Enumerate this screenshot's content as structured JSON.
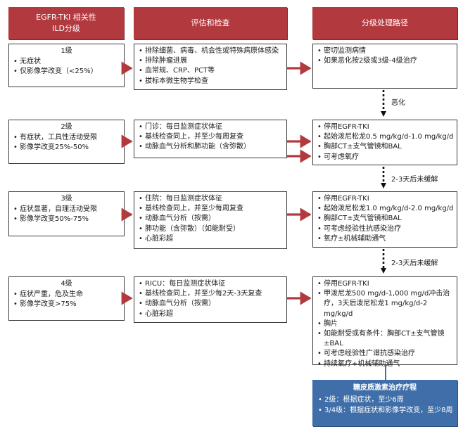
{
  "headers": {
    "grade": [
      "EGFR-TKI 相关性",
      "ILD分级"
    ],
    "eval": "评估和检查",
    "path": "分级处理路径"
  },
  "grades": [
    {
      "title": "1级",
      "items": [
        "无症状",
        "仅影像学改变（<25%）"
      ]
    },
    {
      "title": "2级",
      "items": [
        "有症状，工具性活动受限",
        "影像学改变25%-50%"
      ]
    },
    {
      "title": "3级",
      "items": [
        "症状显著，自理活动受限",
        "影像学改变50%-75%"
      ]
    },
    {
      "title": "4级",
      "items": [
        "症状严重，危及生命",
        "影像学改变>75%"
      ]
    }
  ],
  "evals": [
    [
      "排除细菌、病毒、机会性或特殊病原体感染",
      "排除肿瘤进展",
      "血常规、CRP、PCT等",
      "拔标本微生物学检查"
    ],
    [
      "门诊：每日监测症状体征",
      "基线检查同上，并至少每周复查",
      "动脉血气分析和肺功能（含弥散）"
    ],
    [
      "住院：每日监测症状体征",
      "基线检查同上，并至少每周复查",
      "动脉血气分析（按需）",
      "肺功能（含弥散）（如能耐受）",
      "心脏彩超"
    ],
    [
      "RICU：每日监测症状体征",
      "基线检查同上，并至少每2天-3天复查",
      "动脉血气分析（按需）",
      "心脏彩超"
    ]
  ],
  "paths": [
    [
      "密切监测病情",
      "如果恶化按2级或3级-4级治疗"
    ],
    [
      "停用EGFR-TKI",
      "起始泼尼松龙0.5 mg/kg/d-1.0 mg/kg/d",
      "胸部CT±支气管镜和BAL",
      "可考虑氧疗"
    ],
    [
      "停用EGFR-TKI",
      "起始泼尼松龙1.0 mg/kg/d-2.0 mg/kg/d",
      "胸部CT±支气管镜和BAL",
      "可考虑经验性抗感染治疗",
      "氧疗±机械辅助通气"
    ],
    [
      "停用EGFR-TKI",
      "甲泼尼龙500 mg/d-1,000 mg/d冲击治疗，3天后泼尼松龙1 mg/kg/d-2 mg/kg/d",
      "胸片",
      "如能耐受或有条件：胸部CT±支气管镜±BAL",
      "可考虑经验性广谱抗感染治疗",
      "持续氧疗+机械辅助通气"
    ]
  ],
  "connectors": [
    "恶化",
    "2-3天后未缓解",
    "2-3天后未缓解"
  ],
  "taper": {
    "title": "糖皮质激素治疗疗程",
    "items": [
      "2级：根据症状，至少6周",
      "3/4级：根据症状和影像学改变，至少8周"
    ]
  },
  "colors": {
    "header": "#b23a3f",
    "arrow": "#b23a3f",
    "taper": "#3f6ea8"
  }
}
